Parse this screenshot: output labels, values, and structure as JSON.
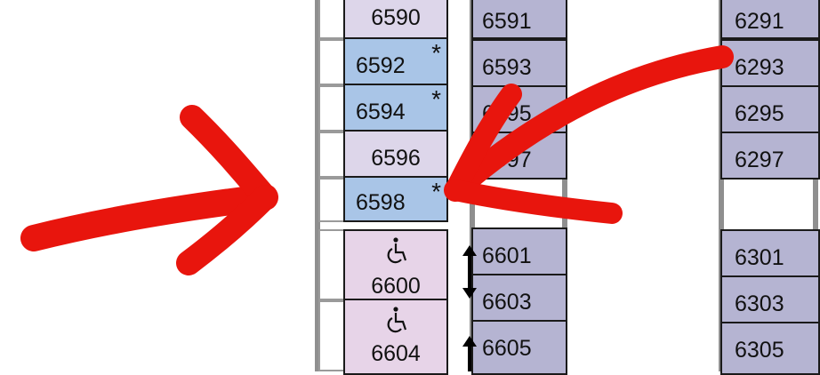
{
  "parking_map": {
    "column_a": {
      "stalls": [
        {
          "number": "6590",
          "fill": "#ddd6ea"
        },
        {
          "number": "6592",
          "fill": "#a9c5e7",
          "marker": "*"
        },
        {
          "number": "6594",
          "fill": "#a9c5e7",
          "marker": "*"
        },
        {
          "number": "6596",
          "fill": "#ddd6ea"
        },
        {
          "number": "6598",
          "fill": "#a9c5e7",
          "marker": "*"
        },
        {
          "number": "6600",
          "fill": "#e7d4e8",
          "icon": "wheelchair-icon"
        },
        {
          "number": "6604",
          "fill": "#e7d4e8",
          "icon": "wheelchair-icon"
        }
      ]
    },
    "column_b": {
      "stalls": [
        {
          "number": "6591"
        },
        {
          "number": "6593"
        },
        {
          "number": "6595"
        },
        {
          "number": "6597"
        },
        {
          "number": "6601"
        },
        {
          "number": "6603"
        },
        {
          "number": "6605"
        }
      ],
      "fill": "#b5b4d2"
    },
    "column_c": {
      "stalls": [
        {
          "number": "6291"
        },
        {
          "number": "6293"
        },
        {
          "number": "6295"
        },
        {
          "number": "6297"
        },
        {
          "number": "6301"
        },
        {
          "number": "6303"
        },
        {
          "number": "6305"
        }
      ],
      "fill": "#b5b4d2"
    },
    "annotation_color": "#e8150d",
    "icons": [
      "wheelchair-icon",
      "double-arrow-icon",
      "red-arrow-icon"
    ]
  }
}
